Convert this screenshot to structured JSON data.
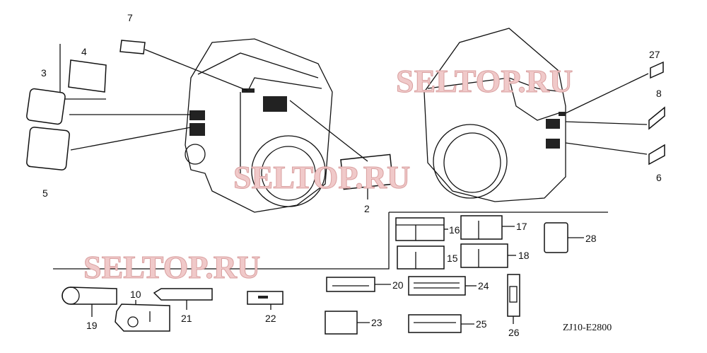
{
  "diagram_code": "ZJ10-E2800",
  "watermark": "SELTOP.RU",
  "callouts": {
    "n2": "2",
    "n3": "3",
    "n4": "4",
    "n5": "5",
    "n6": "6",
    "n7": "7",
    "n8": "8",
    "n10": "10",
    "n15": "15",
    "n16": "16",
    "n17": "17",
    "n18": "18",
    "n19": "19",
    "n20": "20",
    "n21": "21",
    "n22": "22",
    "n23": "23",
    "n24": "24",
    "n25": "25",
    "n26": "26",
    "n27": "27",
    "n28": "28"
  }
}
